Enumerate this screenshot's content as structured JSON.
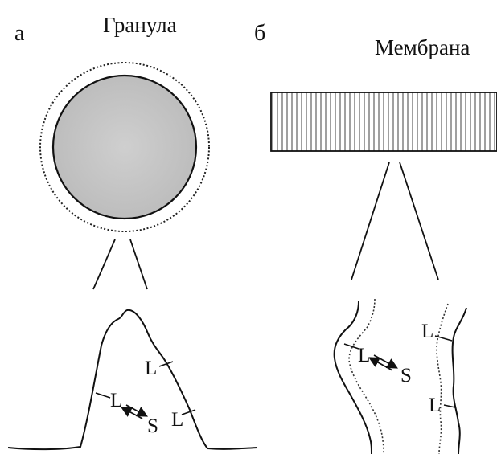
{
  "panels": {
    "left": {
      "letter": "а",
      "title": "Гранула",
      "labels": {
        "l_top": "L",
        "l_mid": "L",
        "l_right": "L",
        "s": "S"
      }
    },
    "right": {
      "letter": "б",
      "title": "Мембрана",
      "labels": {
        "l_main": "L",
        "s": "S",
        "l_top": "L",
        "l_bottom": "L"
      }
    }
  },
  "colors": {
    "ink": "#111111",
    "granule_fill": "#c4c4c4",
    "stripe": "#777777"
  }
}
